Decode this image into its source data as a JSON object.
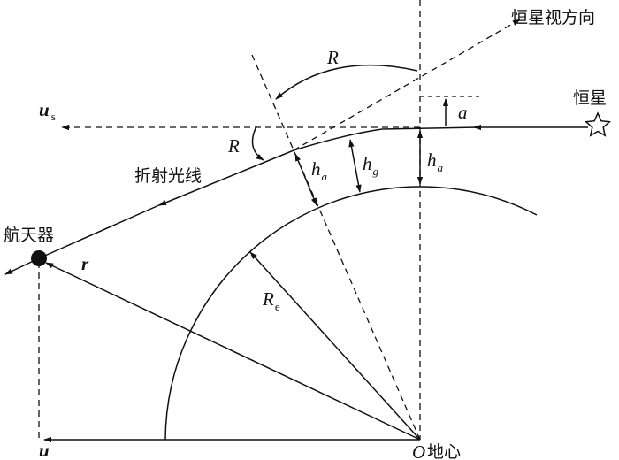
{
  "labels": {
    "star_view_direction": "恒星视方向",
    "star": "恒星",
    "refracted_ray": "折射光线",
    "spacecraft": "航天器",
    "earth_center": "地心",
    "origin": "O",
    "u_s": "u",
    "u_s_sub": "s",
    "u": "u",
    "r": "r",
    "R_top": "R",
    "R_left": "R",
    "a": "a",
    "h_a_mid": "h",
    "h_a_mid_sub": "a",
    "h_g": "h",
    "h_g_sub": "g",
    "h_a_right": "h",
    "h_a_right_sub": "a",
    "R_e": "R",
    "R_e_sub": "e"
  },
  "colors": {
    "stroke": "#111111",
    "background": "#ffffff"
  },
  "icons": {
    "star": "star-outline-icon",
    "spacecraft": "filled-circle-icon"
  }
}
